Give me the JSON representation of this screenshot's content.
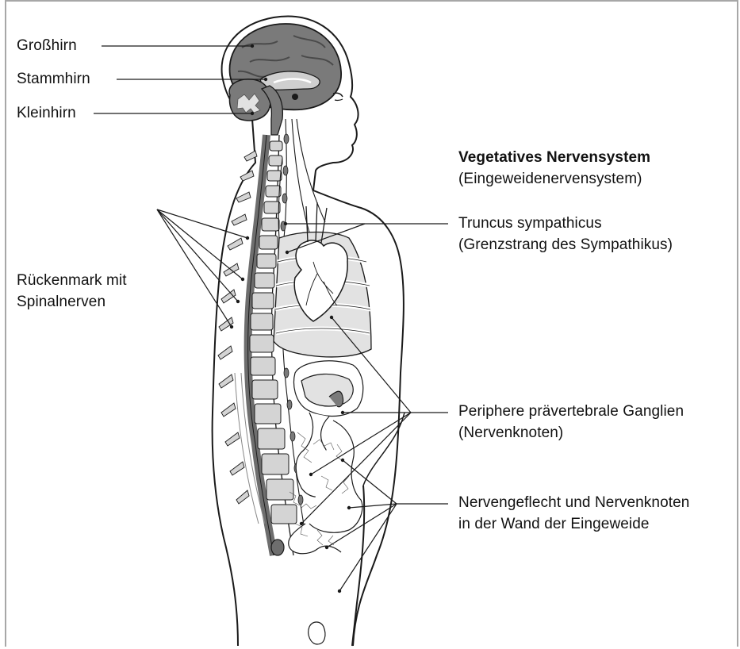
{
  "labels": {
    "grosshirn": "Großhirn",
    "stammhirn": "Stammhirn",
    "kleinhirn": "Kleinhirn",
    "rueckenmark_line1": "Rückenmark mit",
    "rueckenmark_line2": "Spinalnerven",
    "vegetatives_title": "Vegetatives Nervensystem",
    "vegetatives_sub": "(Eingeweidenervensystem)",
    "truncus_line1": "Truncus sympathicus",
    "truncus_line2": "(Grenzstrang des Sympathikus)",
    "periphere_line1": "Periphere prävertebrale Ganglien",
    "periphere_line2": "(Nervenknoten)",
    "geflecht_line1": "Nervengeflecht und Nervenknoten",
    "geflecht_line2": "in der Wand der Eingeweide"
  },
  "colors": {
    "outline": "#1a1a1a",
    "brain_dark": "#7a7a7a",
    "brain_light": "#cfcfcf",
    "bone_light": "#d4d4d4",
    "bone_dark": "#6e6e6e",
    "organ_fill": "#e2e2e2",
    "frame": "#a7a7a7"
  }
}
